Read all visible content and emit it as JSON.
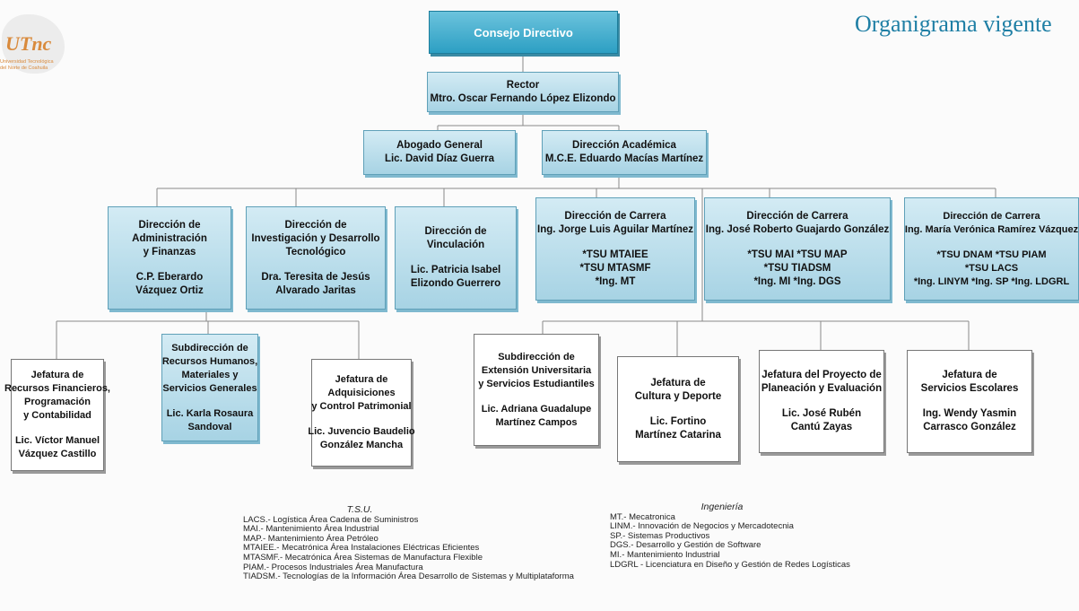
{
  "title": "Organigrama vigente",
  "logo": {
    "mark": "UTnc",
    "subtitle": [
      "Universidad Tecnológica",
      "del Norte de Coahuila"
    ]
  },
  "boxes": {
    "consejo": [
      "Consejo Directivo"
    ],
    "rector": [
      "Rector",
      "Mtro. Oscar Fernando López Elizondo"
    ],
    "abogado": [
      "Abogado General",
      "Lic. David Díaz Guerra"
    ],
    "academica": [
      "Dirección Académica",
      "M.C.E. Eduardo Macías Martínez"
    ],
    "admin": [
      "Dirección de",
      "Administración",
      "y Finanzas",
      "",
      "C.P. Eberardo",
      "Vázquez Ortiz"
    ],
    "investigacion": [
      "Dirección de",
      "Investigación y Desarrollo",
      "Tecnológico",
      "",
      "Dra. Teresita de Jesús",
      "Alvarado Jaritas"
    ],
    "vinculacion": [
      "Dirección de",
      "Vinculación",
      "",
      "Lic. Patricia Isabel",
      "Elizondo Guerrero"
    ],
    "carrera1": [
      "Dirección de Carrera",
      "Ing. Jorge Luis Aguilar Martínez",
      "",
      "*TSU MTAIEE",
      "*TSU MTASMF",
      "*Ing. MT"
    ],
    "carrera2": [
      "Dirección de Carrera",
      "Ing. José Roberto Guajardo González",
      "",
      "*TSU MAI        *TSU MAP",
      "*TSU  TIADSM",
      "*Ing. MI        *Ing. DGS"
    ],
    "carrera3": [
      "Dirección de Carrera",
      "Ing. María Verónica Ramírez Vázquez",
      "",
      "*TSU DNAM     *TSU PIAM",
      "*TSU LACS",
      "*Ing. LINYM  *Ing. SP *Ing. LDGRL"
    ],
    "jef_recursos": [
      "Jefatura de",
      "Recursos Financieros,",
      "Programación",
      "y Contabilidad",
      "",
      "Lic. Víctor Manuel",
      "Vázquez Castillo"
    ],
    "sub_rh": [
      "Subdirección de",
      "Recursos Humanos,",
      "Materiales y",
      "Servicios Generales",
      "",
      "Lic. Karla Rosaura",
      "Sandoval"
    ],
    "jef_adquisiciones": [
      "Jefatura de",
      "Adquisiciones",
      "y Control Patrimonial",
      "",
      "Lic. Juvencio  Baudelio",
      "González Mancha"
    ],
    "sub_extension": [
      "Subdirección de",
      "Extensión Universitaria",
      "y Servicios Estudiantiles",
      "",
      "Lic. Adriana Guadalupe",
      "Martínez Campos"
    ],
    "jef_cultura": [
      "Jefatura de",
      "Cultura y Deporte",
      "",
      "Lic. Fortino",
      "Martínez Catarina"
    ],
    "jef_planeacion": [
      "Jefatura del Proyecto de",
      "Planeación y Evaluación",
      "",
      "Lic. José Rubén",
      "Cantú Zayas"
    ],
    "jef_escolares": [
      "Jefatura de",
      "Servicios Escolares",
      "",
      "Ing. Wendy Yasmin",
      "Carrasco González"
    ]
  },
  "glossary_tsu": {
    "heading": "T.S.U.",
    "items": [
      "LACS.- Logística Área Cadena de Suministros",
      "MAI.- Mantenimiento Área Industrial",
      "MAP.- Mantenimiento Área Petróleo",
      "MTAIEE.- Mecatrónica Área Instalaciones Eléctricas Eficientes",
      "MTASMF.- Mecatrónica Área Sistemas de Manufactura Flexible",
      "PIAM.- Procesos Industriales Área Manufactura",
      "TIADSM.- Tecnologías de la Información  Área Desarrollo de Sistemas y Multiplataforma"
    ]
  },
  "glossary_ing": {
    "heading": "Ingeniería",
    "items": [
      "MT.- Mecatronica",
      "LINM.- Innovación de Negocios y Mercadotecnia",
      "SP.- Sistemas Productivos",
      "DGS.- Desarrollo y Gestión de Software",
      "MI.- Mantenimiento Industrial",
      "LDGRL - Licenciatura en Diseño y Gestión de Redes Logísticas"
    ]
  },
  "colors": {
    "dark_box": "#2c9fc3",
    "light_box": "#a7d3e4",
    "white_box": "#ffffff",
    "title": "#1f7fa5",
    "logo": "#d98a3c"
  }
}
